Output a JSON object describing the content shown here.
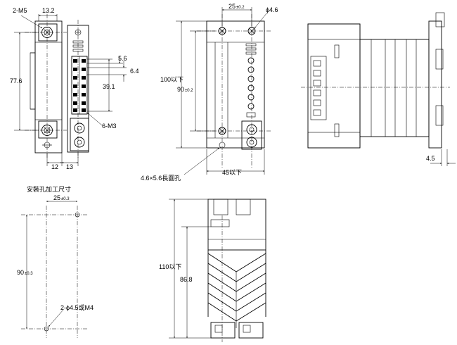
{
  "front_view": {
    "screw_callout": "2-M5",
    "width_top": "13.2",
    "height_left": "77.6",
    "pitch_1": "5.6",
    "pitch_2": "6.4",
    "terminal_span": "39.1",
    "terminal_callout": "6-M3",
    "bottom_left": "12",
    "bottom_right": "13"
  },
  "main_view": {
    "pitch_top": "25",
    "pitch_top_tol": "±0.2",
    "hole_dia": "ϕ4.6",
    "height_total": "100以下",
    "height_mount": "90",
    "height_mount_tol": "±0.2",
    "width_total": "45以下",
    "slot_callout": "4.6×5.6長圓孔"
  },
  "side_view": {
    "rail_offset": "4.5"
  },
  "mounting_holes": {
    "title": "安裝孔加工尺寸",
    "pitch": "25",
    "pitch_tol": "±0.3",
    "height": "90",
    "height_tol": "±0.3",
    "hole_callout": "2-ϕ4.5或M4"
  },
  "bottom_view": {
    "height_total": "110以下",
    "height_fins": "86.8"
  }
}
